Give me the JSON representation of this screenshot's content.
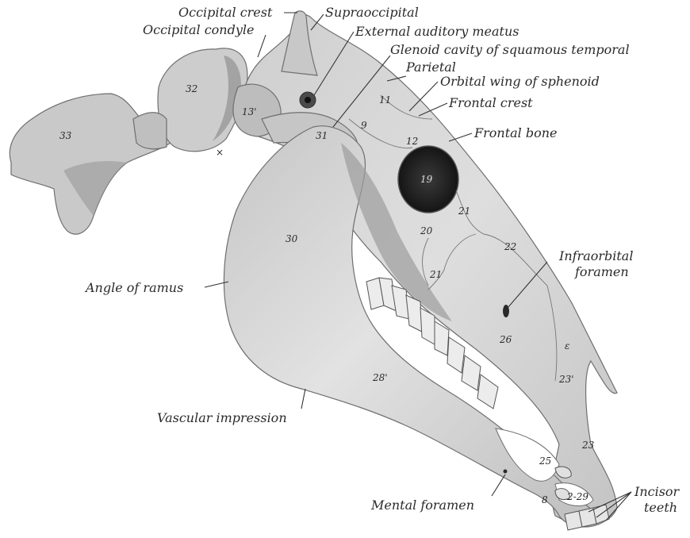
{
  "labels": {
    "occipital_crest": "Occipital crest",
    "supraoccipital": "Supraoccipital",
    "occipital_condyle": "Occipital condyle",
    "external_auditory_meatus": "External auditory meatus",
    "glenoid_cavity": "Glenoid cavity of squamous temporal",
    "parietal": "Parietal",
    "orbital_wing": "Orbital wing of sphenoid",
    "frontal_crest": "Frontal crest",
    "frontal_bone": "Frontal bone",
    "infraorbital_1": "Infraorbital",
    "infraorbital_2": "foramen",
    "angle_of_ramus": "Angle of ramus",
    "vascular_impression": "Vascular impression",
    "mental_foramen": "Mental foramen",
    "incisor_1": "Incisor",
    "incisor_2": "teeth"
  },
  "numbers": {
    "n33": "33",
    "n32": "32",
    "n13": "13'",
    "x_mark": "×",
    "n11": "11",
    "n9": "9",
    "n12": "12",
    "n31": "31",
    "n19": "19",
    "n30": "30",
    "n21": "21",
    "n20": "20",
    "n22": "22",
    "n21b": "21",
    "n26": "26",
    "n28": "28'",
    "n23a": "23'",
    "n23b": "23",
    "n25": "25",
    "n29": "2-29",
    "n8": "8",
    "e_mark": "ε"
  },
  "colors": {
    "bone_light": "#d9d9d9",
    "bone_mid": "#b8b8b8",
    "bone_dark": "#7c7c7c",
    "cavity": "#1e1e1e",
    "text": "#2a2a2a"
  }
}
